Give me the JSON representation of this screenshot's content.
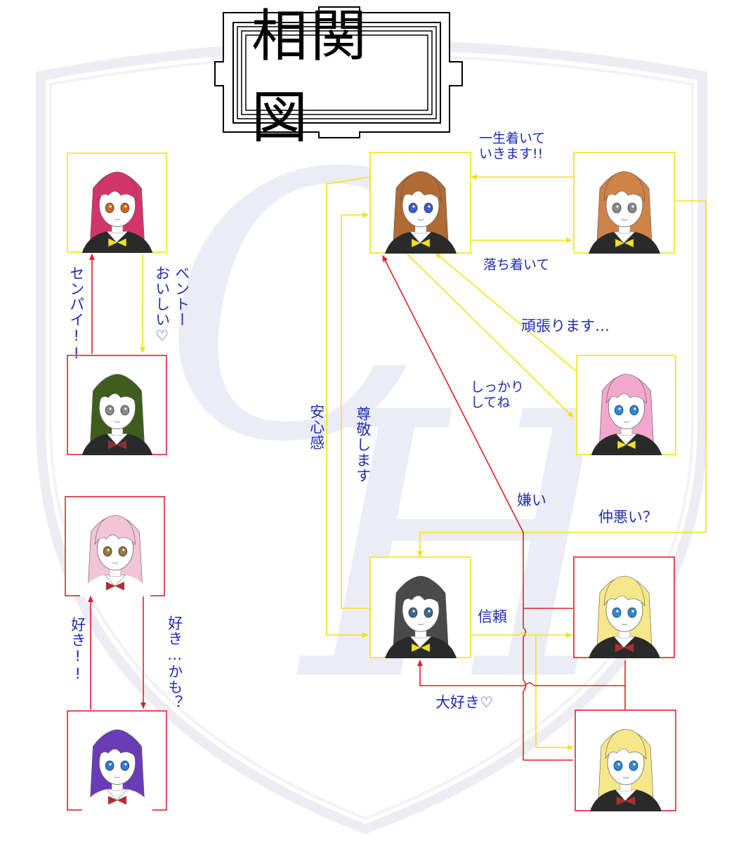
{
  "title": "相関図",
  "colors": {
    "yellow_line": "#f2e21a",
    "red_line": "#e0202a",
    "label_text": "#1f2bb5",
    "watermark": "#cccbe6"
  },
  "nodes": [
    {
      "id": "red-hair-girl",
      "hair": "#d3356a",
      "eyes": "#d0651a",
      "frame": "yellow",
      "tie": "#f2e21a",
      "jacket": "#2a2a2a"
    },
    {
      "id": "green-hair-boy",
      "hair": "#3f5d1c",
      "eyes": "#8a8a8a",
      "frame": "red",
      "tie": "#9a2a30",
      "jacket": "#2a2a2a"
    },
    {
      "id": "pink-twintail-girl",
      "hair": "#f3c4d6",
      "eyes": "#8f7b3c",
      "frame": "red",
      "tie": "#b82a30",
      "jacket": "#ffffff"
    },
    {
      "id": "purple-hair-girl",
      "hair": "#6a3cb8",
      "eyes": "#2a7cd6",
      "frame": "red",
      "tie": "#b82a30",
      "jacket": "#ffffff"
    },
    {
      "id": "brown-hair-girl",
      "hair": "#b06a34",
      "eyes": "#3a5ad8",
      "frame": "yellow",
      "tie": "#f2e21a",
      "jacket": "#2a2a2a"
    },
    {
      "id": "orange-hair-girl",
      "hair": "#cf8348",
      "eyes": "#8a8a8a",
      "frame": "yellow",
      "tie": "#f2e21a",
      "jacket": "#2a2a2a"
    },
    {
      "id": "pink-hair-girl",
      "hair": "#f2a8cc",
      "eyes": "#2a8ad6",
      "frame": "yellow",
      "tie": "#f2e21a",
      "jacket": "#2a2a2a"
    },
    {
      "id": "black-hair-boy",
      "hair": "#4a4a4a",
      "eyes": "#3c6a8a",
      "frame": "yellow",
      "tie": "#f2e21a",
      "jacket": "#2a2a2a"
    },
    {
      "id": "blonde-braid-girl",
      "hair": "#f6e88a",
      "eyes": "#2a8ad6",
      "frame": "red",
      "tie": "#b82a30",
      "jacket": "#2a2a2a"
    },
    {
      "id": "blonde-girl",
      "hair": "#f6e88a",
      "eyes": "#2a8ad6",
      "frame": "red",
      "tie": "#b82a30",
      "jacket": "#2a2a2a"
    }
  ],
  "labels": {
    "ichisei": "一生着いて\nいきます!!",
    "ochitsuite": "落ち着いて",
    "ganbarimasu": "頑張ります…",
    "shikkari": "しっかり\nしてね",
    "anshinkan": "安心感",
    "sonkei": "尊敬します",
    "kirai": "嫌い",
    "nakawarui": "仲悪い？",
    "shinrai": "信頼",
    "daisuki": "大好き♡",
    "senpai": "センパイ!!",
    "bento": "ベントー",
    "oishii": "おいしい♡",
    "suki": "好き!!",
    "sukikamo": "好き…かも？"
  }
}
